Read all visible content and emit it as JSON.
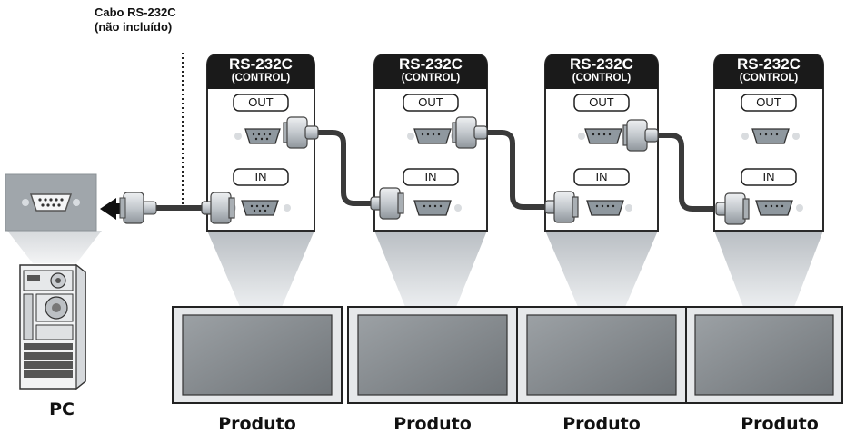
{
  "cable": {
    "line1": "Cabo RS-232C",
    "line2": "(não incluído)"
  },
  "panels": [
    {
      "title": "RS-232C",
      "subtitle": "(CONTROL)",
      "out_label": "OUT",
      "in_label": "IN"
    },
    {
      "title": "RS-232C",
      "subtitle": "(CONTROL)",
      "out_label": "OUT",
      "in_label": "IN"
    },
    {
      "title": "RS-232C",
      "subtitle": "(CONTROL)",
      "out_label": "OUT",
      "in_label": "IN"
    },
    {
      "title": "RS-232C",
      "subtitle": "(CONTROL)",
      "out_label": "OUT",
      "in_label": "IN"
    }
  ],
  "products": [
    {
      "label": "Produto"
    },
    {
      "label": "Produto"
    },
    {
      "label": "Produto"
    },
    {
      "label": "Produto"
    }
  ],
  "pc": {
    "label": "PC"
  },
  "colors": {
    "panel_header": "#1a1a1a",
    "panel_border": "#333333",
    "cable": "#3c3c3c",
    "connector": "#c8cdd2",
    "port": "#8a949e",
    "beam": "#d4d7da",
    "pc_port_bg": "#9ea4a9"
  }
}
